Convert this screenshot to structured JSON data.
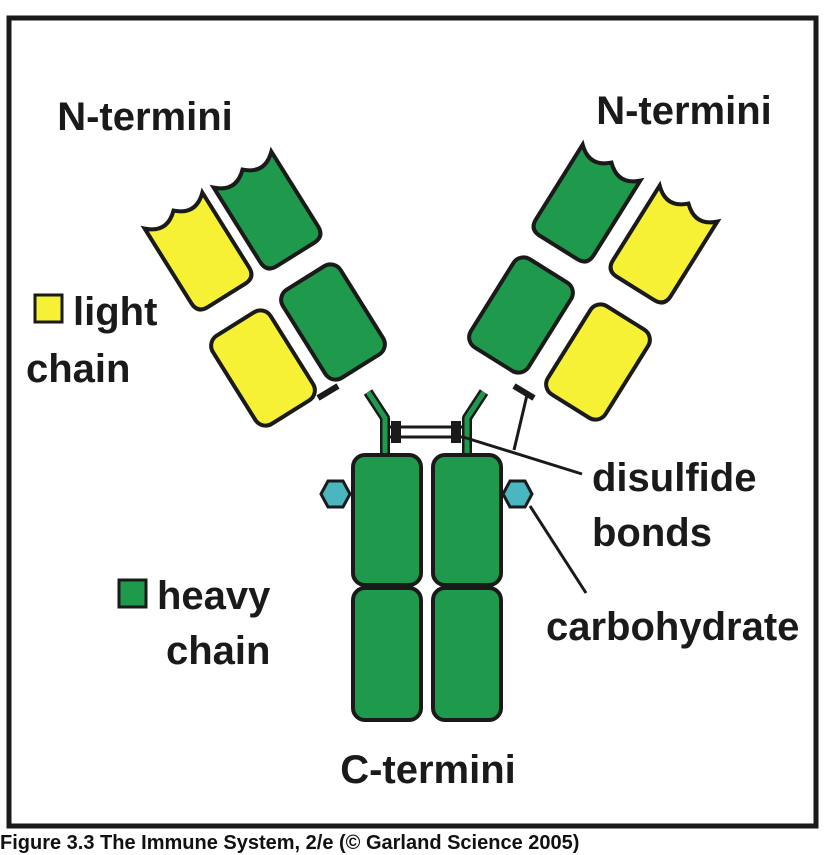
{
  "labels": {
    "n_termini_left": "N-termini",
    "n_termini_right": "N-termini",
    "c_termini": "C-termini",
    "light_chain_line1": "light",
    "light_chain_line2": "chain",
    "heavy_chain_line1": "heavy",
    "heavy_chain_line2": "chain",
    "disulfide_line1": "disulfide",
    "disulfide_line2": "bonds",
    "carbohydrate": "carbohydrate"
  },
  "caption": "Figure 3.3 The Immune System, 2/e (© Garland Science 2005)",
  "colors": {
    "heavy_chain": "#1f9a4c",
    "light_chain": "#f6f134",
    "carbohydrate": "#49b6c0",
    "outline": "#1a1a1a",
    "frame": "#1a1a1a"
  }
}
